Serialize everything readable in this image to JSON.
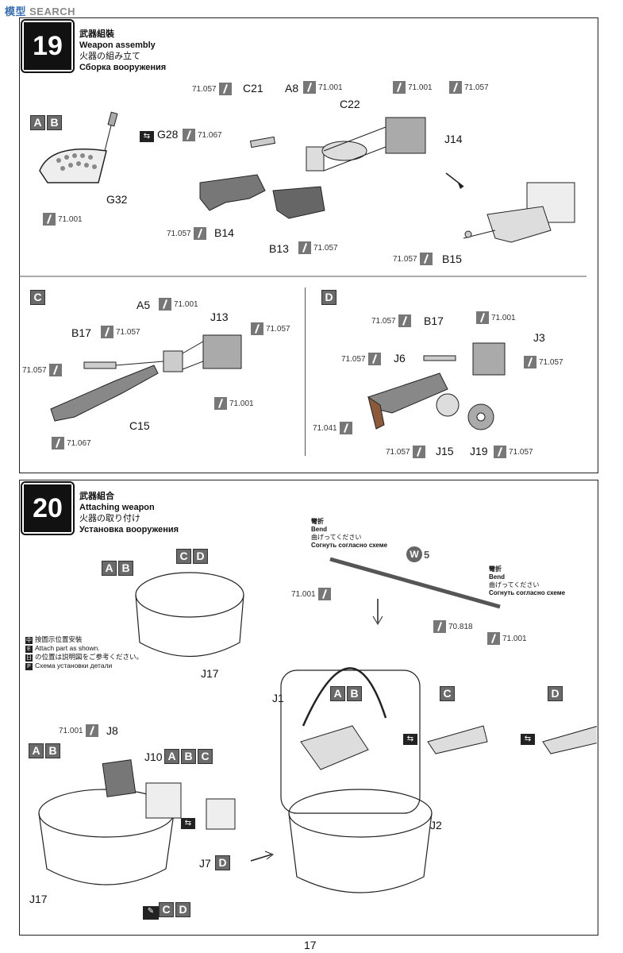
{
  "header": {
    "logo_cn": "模型",
    "logo_text": "SEARCH"
  },
  "step19": {
    "number": "19",
    "title_zh": "武器組裝",
    "title_en": "Weapon assembly",
    "title_ja": "火器の組み立て",
    "title_ru": "Сборка вооружения",
    "parts": {
      "c21": "C21",
      "a8": "A8",
      "c22": "C22",
      "j14": "J14",
      "g28": "G28",
      "g32": "G32",
      "b14": "B14",
      "b13": "B13",
      "b15": "B15"
    },
    "paints": {
      "p_c21": "71.057",
      "p_a8": "71.001",
      "p_j14a": "71.001",
      "p_j14b": "71.057",
      "p_g28": "71.067",
      "p_g32": "71.001",
      "p_b14": "71.057",
      "p_b13": "71.057",
      "p_b15": "71.057"
    },
    "sub_c": {
      "label": "C",
      "parts": {
        "a5": "A5",
        "j13": "J13",
        "b17": "B17",
        "c15": "C15"
      },
      "paints": {
        "p_a5": "71.001",
        "p_j13": "71.057",
        "p_b17": "71.057",
        "p_left": "71.057",
        "p_j13b": "71.001",
        "p_bottom": "71.067"
      }
    },
    "sub_d": {
      "label": "D",
      "parts": {
        "b17": "B17",
        "j3": "J3",
        "j6": "J6",
        "j15": "J15",
        "j19": "J19"
      },
      "paints": {
        "p_b17": "71.057",
        "p_top": "71.001",
        "p_j6": "71.057",
        "p_j3": "71.057",
        "p_grip": "71.041",
        "p_j15": "71.057",
        "p_j19": "71.057"
      }
    }
  },
  "step20": {
    "number": "20",
    "title_zh": "武器組合",
    "title_en": "Attaching weapon",
    "title_ja": "火器の取り付け",
    "title_ru": "Установка вооружения",
    "bend_zh": "彎折",
    "bend_en": "Bend",
    "bend_ja": "曲げってください",
    "bend_ru": "Согнуть согласно схеме",
    "w5": "5",
    "paints": {
      "p_w5_left": "71.001",
      "p_w5_mid": "70.818",
      "p_w5_right": "71.001",
      "p_j8": "71.001"
    },
    "parts": {
      "j17a": "J17",
      "j17b": "J17",
      "j8": "J8",
      "j10": "J10",
      "j7": "J7",
      "j1": "J1",
      "j2": "J2"
    },
    "notes": {
      "zh": "按圖示位置安裝",
      "en": "Attach part",
      "en_tail": "as shown.",
      "ja": "の位置は説明図をご参考ください。",
      "ru": "Схема установки детали"
    }
  },
  "footer": {
    "page_number": "17"
  }
}
